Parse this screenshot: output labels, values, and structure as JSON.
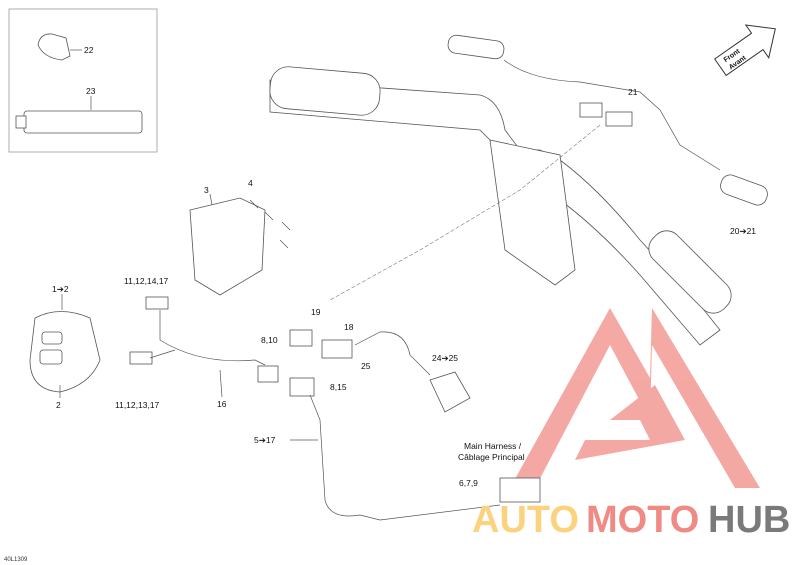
{
  "diagram_id": "40L1309",
  "direction_arrow": {
    "line1": "Front",
    "line2": "Avant"
  },
  "callouts": {
    "c22": "22",
    "c23": "23",
    "c3": "3",
    "c4": "4",
    "c1to2": "1➔2",
    "c2": "2",
    "c11_12_14_17": "11,12,14,17",
    "c11_12_13_17": "11,12,13,17",
    "c16": "16",
    "c8_10": "8,10",
    "c8_15": "8,15",
    "c19": "19",
    "c18": "18",
    "c25": "25",
    "c24to25": "24➔25",
    "c5to17": "5➔17",
    "main_harness_line1": "Main Harness /",
    "main_harness_line2": "Câblage Principal",
    "c6_7_9": "6,7,9",
    "c21": "21",
    "c20to21": "20➔21"
  },
  "watermark": {
    "part1": "AUTO",
    "part2": "MOTO",
    "part3": "HUB",
    "colors": {
      "auto": "#fdd27e",
      "moto": "#f08a84",
      "hub": "#7a7a7a",
      "logo": "#f29a94"
    }
  }
}
